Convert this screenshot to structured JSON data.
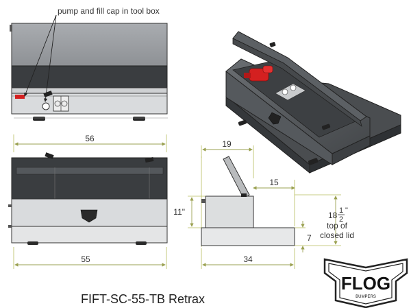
{
  "callout": {
    "text": "pump and fill cap in tool box"
  },
  "dimensions": {
    "top_width": "56",
    "bottom_width": "55",
    "depth": "19",
    "lid_offset": "15",
    "height_box": "11\"",
    "height_base": "7",
    "base_depth": "34",
    "total_height_whole": "18",
    "total_height_num": "1",
    "total_height_den": "2",
    "total_height_unit": "\"",
    "total_height_note_1": "top of",
    "total_height_note_2": "closed lid"
  },
  "product": {
    "model": "FIFT-SC-55-TB Retrax"
  },
  "logo": {
    "brand": "FLOG",
    "sub": "BUMPERS"
  },
  "colors": {
    "pump": "#d42020",
    "line": "#333333",
    "fill_dark": "#3a3d40",
    "fill_light": "#8f9296",
    "dim": "#b8bc5c"
  }
}
